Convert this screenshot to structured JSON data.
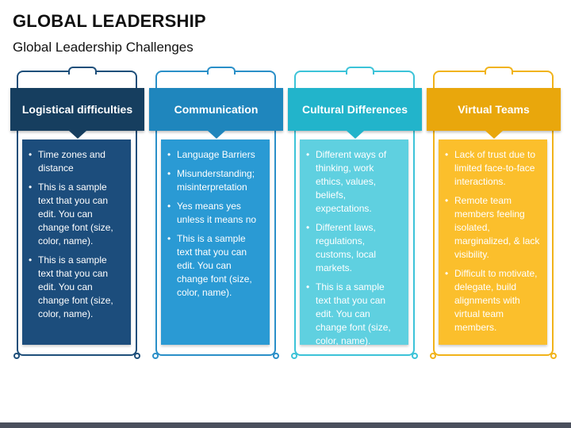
{
  "title": "GLOBAL LEADERSHIP",
  "subtitle": "Global Leadership Challenges",
  "columns": [
    {
      "header": "Logistical difficulties",
      "colors": {
        "frame": "#1e4f7a",
        "header": "#163e5f",
        "body": "#1c4d7c"
      },
      "bullets": [
        "Time zones and distance",
        "This is a sample text that you can edit. You can change font (size, color, name).",
        "This is a sample text that you can edit. You can change font (size, color, name)."
      ]
    },
    {
      "header": "Communication",
      "colors": {
        "frame": "#2a8fc8",
        "header": "#1f86bd",
        "body": "#2a9ad4"
      },
      "bullets": [
        "Language Barriers",
        "Misunderstanding; misinterpretation",
        "Yes means yes unless it means no",
        "This is a sample text that you can edit. You can change font (size, color, name)."
      ]
    },
    {
      "header": "Cultural Differences",
      "colors": {
        "frame": "#3cc3d8",
        "header": "#22b4cb",
        "body": "#5fd0e0"
      },
      "bullets": [
        "Different ways of thinking, work ethics, values, beliefs, expectations.",
        "Different laws, regulations, customs, local markets.",
        "This is a sample text that you can edit. You can change font (size, color, name)."
      ]
    },
    {
      "header": "Virtual Teams",
      "colors": {
        "frame": "#f1b31a",
        "header": "#e9a70c",
        "body": "#fbbf2c"
      },
      "bullets": [
        "Lack of trust due to limited face-to-face interactions.",
        "Remote team members feeling isolated, marginalized, & lack visibility.",
        "Difficult to motivate, delegate, build alignments with virtual team members."
      ]
    }
  ]
}
